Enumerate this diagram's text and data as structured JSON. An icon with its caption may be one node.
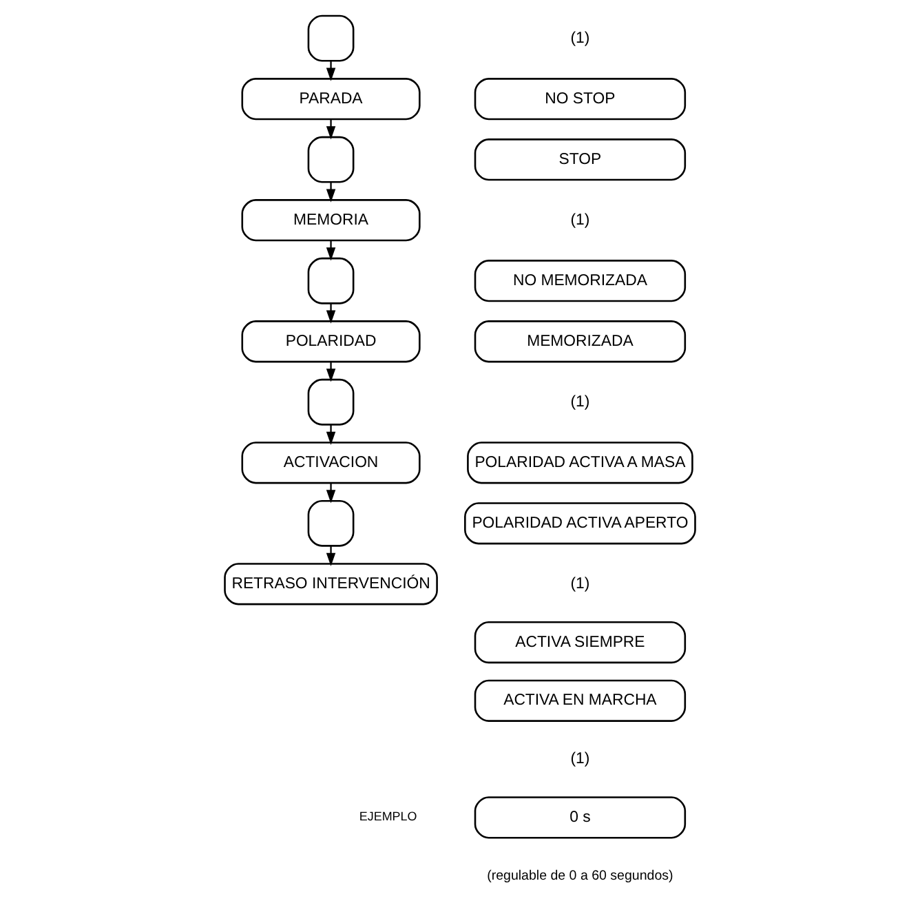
{
  "diagram": {
    "nodes": [
      {
        "text": [],
        "shape": "box"
      },
      {
        "text": [
          "PARADA"
        ]
      },
      {
        "text": [],
        "shape": "box"
      },
      {
        "text": [
          "MEMORIA"
        ]
      },
      {
        "text": [],
        "shape": "box"
      },
      {
        "text": [
          "POLARIDAD"
        ]
      },
      {
        "text": [],
        "shape": "box"
      },
      {
        "text": [
          "ACTIVACION"
        ]
      },
      {
        "text": [],
        "shape": "box"
      },
      {
        "text": [
          "RETRASO INTERVENCIÓN"
        ]
      },
      {
        "text": [
          "NO STOP"
        ]
      },
      {
        "text": [
          "STOP"
        ]
      },
      {
        "text": [
          "NO MEMORIZADA"
        ]
      },
      {
        "text": [
          "MEMORIZADA"
        ]
      },
      {
        "text": [
          "POLARIDAD ACTIVA A MASA"
        ]
      },
      {
        "text": [
          "POLARIDAD ACTIVA APERTO"
        ]
      },
      {
        "text": [
          "ACTIVA SIEMPRE"
        ]
      },
      {
        "text": [
          "ACTIVA EN MARCHA"
        ]
      },
      {
        "text": [
          "0 s"
        ]
      }
    ],
    "edges": [
      {
        "from": 0,
        "to": 1,
        "arrow": "to"
      },
      {
        "from": 1,
        "to": 2,
        "arrow": "to"
      },
      {
        "from": 2,
        "to": 3,
        "arrow": "to"
      },
      {
        "from": 3,
        "to": 4,
        "arrow": "to"
      },
      {
        "from": 4,
        "to": 5,
        "arrow": "to"
      },
      {
        "from": 5,
        "to": 6,
        "arrow": "to"
      },
      {
        "from": 6,
        "to": 7,
        "arrow": "to"
      },
      {
        "from": 7,
        "to": 8,
        "arrow": "to"
      },
      {
        "from": 8,
        "to": 9,
        "arrow": "to"
      }
    ],
    "labels": [
      "(1)",
      "(1)",
      "(1)",
      "(1)",
      "EJEMPLO",
      "(1)",
      "(regulable de 0 a 60 segundos)"
    ]
  }
}
